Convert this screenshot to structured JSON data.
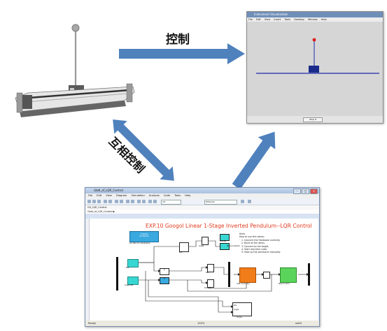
{
  "annotations": {
    "control_label": "控制",
    "mutual_control_label": "互相控制"
  },
  "viz_window": {
    "title": "Instrument Visualization",
    "menu": [
      "File",
      "Edit",
      "View",
      "Insert",
      "Tools",
      "Desktop",
      "Window",
      "Help"
    ],
    "status_button": "Stop It"
  },
  "simulink": {
    "title": "Gbdl_of_LQR_Control",
    "window_buttons": {
      "minimize": "–",
      "maximize": "□",
      "close": "×"
    },
    "menu": [
      "File",
      "Edit",
      "View",
      "Diagram",
      "Simulation",
      "Analysis",
      "Code",
      "Tools",
      "Help"
    ],
    "toolbar": {
      "stop_time": "inf",
      "mode": "External"
    },
    "breadcrumb_top": "Glt_LQR_Control",
    "breadcrumb_path": "Gbdl_of_LQR_Control ▶",
    "model_title": "EXP.10 Googol Linear 1-Stage Inverted Pendulum--LQR Control",
    "notes": {
      "heading": "Hints",
      "intro": "How to use this demo:",
      "steps": [
        "1. Connect the Hardware correctly.",
        "2. Build all the items.",
        "3. Connect to the target.",
        "4. Start real-time code.",
        "5. Hold up the pendulum manually."
      ]
    },
    "blocks": {
      "init_text1": "Initialize",
      "init_text2": "GT-400-SV",
      "init_label": "GT-400-SV Initialization",
      "pos_label": "Pos",
      "pos_ref_label": "Pos Ref",
      "angle_label": "Angle",
      "angle_ref_label": "Angle Ref",
      "manual_switch_label": "Manual Switch",
      "lqr_label": "LQR Controller",
      "real_control_label": "Real Control",
      "scope_label": "Scope",
      "pos_in": "Pos",
      "angle_in": "Angle",
      "sat_label": "Sat",
      "gain1": "K",
      "gain2": "K",
      "dist_label": "Disturb"
    },
    "status": {
      "left": "Ready",
      "center": "100%",
      "right": "ode5"
    }
  }
}
